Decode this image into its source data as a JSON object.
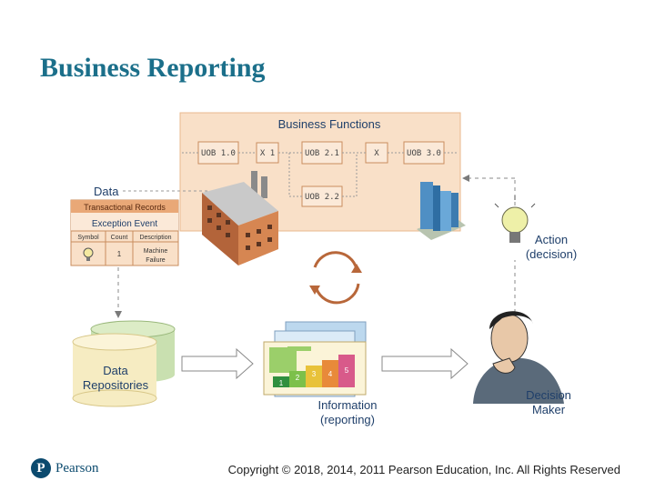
{
  "slide": {
    "title": "Business Reporting",
    "copyright": "Copyright © 2018, 2014, 2011 Pearson Education, Inc. All Rights Reserved",
    "logo_text": "Pearson",
    "logo_mark": "P"
  },
  "business_functions": {
    "title": "Business Functions",
    "units": [
      "UOB 1.0",
      "UOB 2.1",
      "UOB 3.0",
      "UOB 2.2"
    ],
    "gates": [
      "X 1",
      "X"
    ]
  },
  "data_panel": {
    "label": "Data",
    "records_header": "Transactional Records",
    "event_header": "Exception Event",
    "columns": [
      "Symbol",
      "Count",
      "Description"
    ],
    "row": {
      "count": "1",
      "description_line1": "Machine",
      "description_line2": "Failure"
    }
  },
  "repositories": {
    "line1": "Data",
    "line2": "Repositories"
  },
  "information": {
    "line1": "Information",
    "line2": "(reporting)",
    "bar_numbers": [
      "1",
      "2",
      "3",
      "4",
      "5"
    ]
  },
  "action": {
    "line1": "Action",
    "line2": "(decision)"
  },
  "decision_maker": {
    "line1": "Decision",
    "line2": "Maker"
  },
  "colors": {
    "title": "#1b6f8a",
    "label": "#1f3f6a",
    "panel": "#f9e0c8",
    "panel_border": "#e9b98e",
    "arrow": "#b8673a"
  }
}
